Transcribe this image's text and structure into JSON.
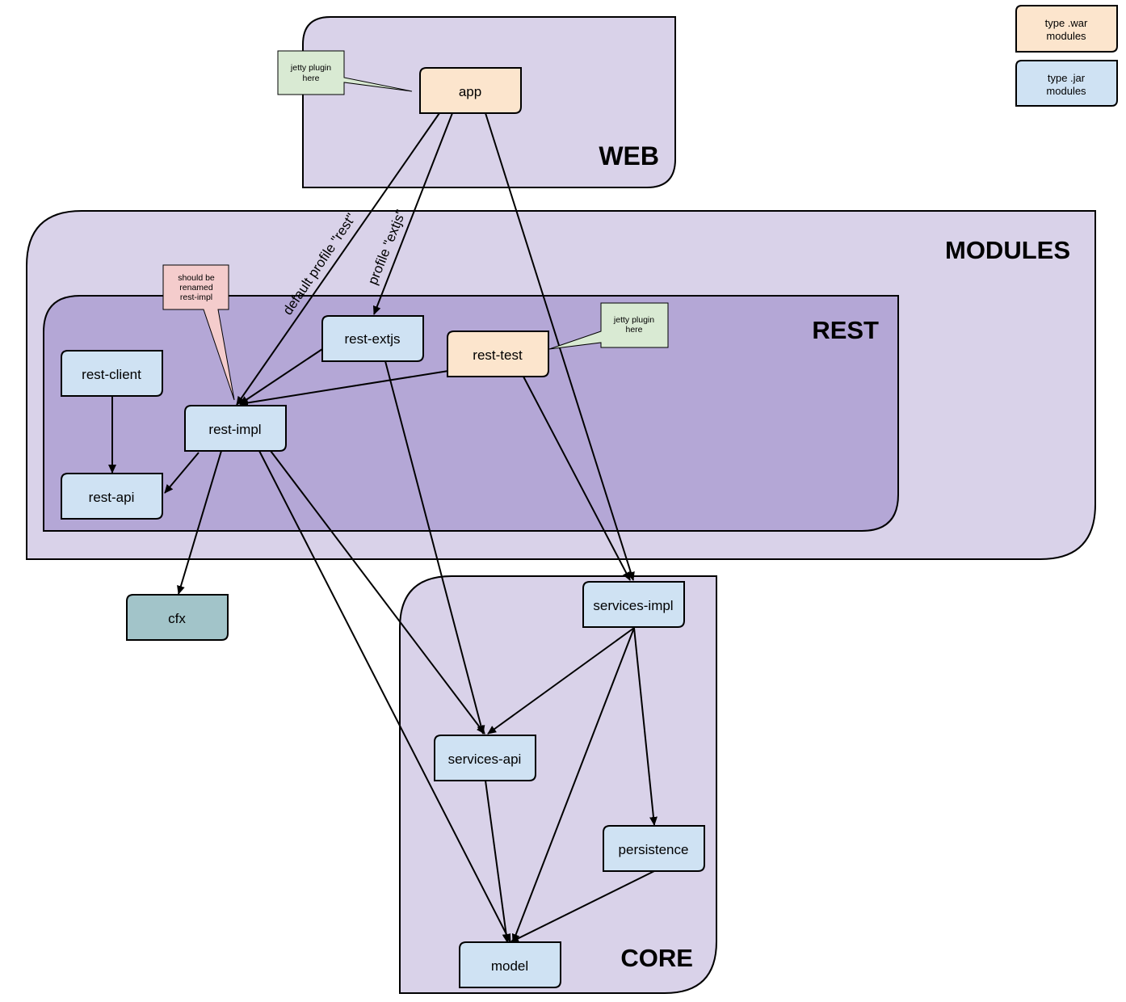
{
  "groups": {
    "web": {
      "label": "WEB"
    },
    "modules": {
      "label": "MODULES"
    },
    "rest": {
      "label": "REST"
    },
    "core": {
      "label": "CORE"
    }
  },
  "nodes": {
    "app": {
      "label": "app",
      "type": "war"
    },
    "rest_extjs": {
      "label": "rest-extjs",
      "type": "jar"
    },
    "rest_test": {
      "label": "rest-test",
      "type": "war"
    },
    "rest_client": {
      "label": "rest-client",
      "type": "jar"
    },
    "rest_impl": {
      "label": "rest-impl",
      "type": "jar"
    },
    "rest_api": {
      "label": "rest-api",
      "type": "jar"
    },
    "cfx": {
      "label": "cfx",
      "type": "external"
    },
    "services_impl": {
      "label": "services-impl",
      "type": "jar"
    },
    "services_api": {
      "label": "services-api",
      "type": "jar"
    },
    "persistence": {
      "label": "persistence",
      "type": "jar"
    },
    "model": {
      "label": "model",
      "type": "jar"
    }
  },
  "notes": {
    "jetty_app": {
      "line1": "jetty plugin",
      "line2": "here"
    },
    "jetty_rest_test": {
      "line1": "jetty plugin",
      "line2": "here"
    },
    "rename": {
      "line1": "should be",
      "line2": "renamed",
      "line3": "rest-impl"
    }
  },
  "edge_labels": {
    "default_profile": "default profile \"rest\"",
    "profile_extjs": "profile \"extjs\""
  },
  "legend": {
    "war": {
      "line1": "type .war",
      "line2": "modules"
    },
    "jar": {
      "line1": "type .jar",
      "line2": "modules"
    }
  },
  "colors": {
    "group_light": "#d9d2e9",
    "group_dark": "#b4a7d6",
    "war_node": "#fce5cd",
    "jar_node": "#cfe2f3",
    "external_node": "#a2c4c9",
    "note_green": "#d9ead3",
    "note_pink": "#f4cccc"
  }
}
